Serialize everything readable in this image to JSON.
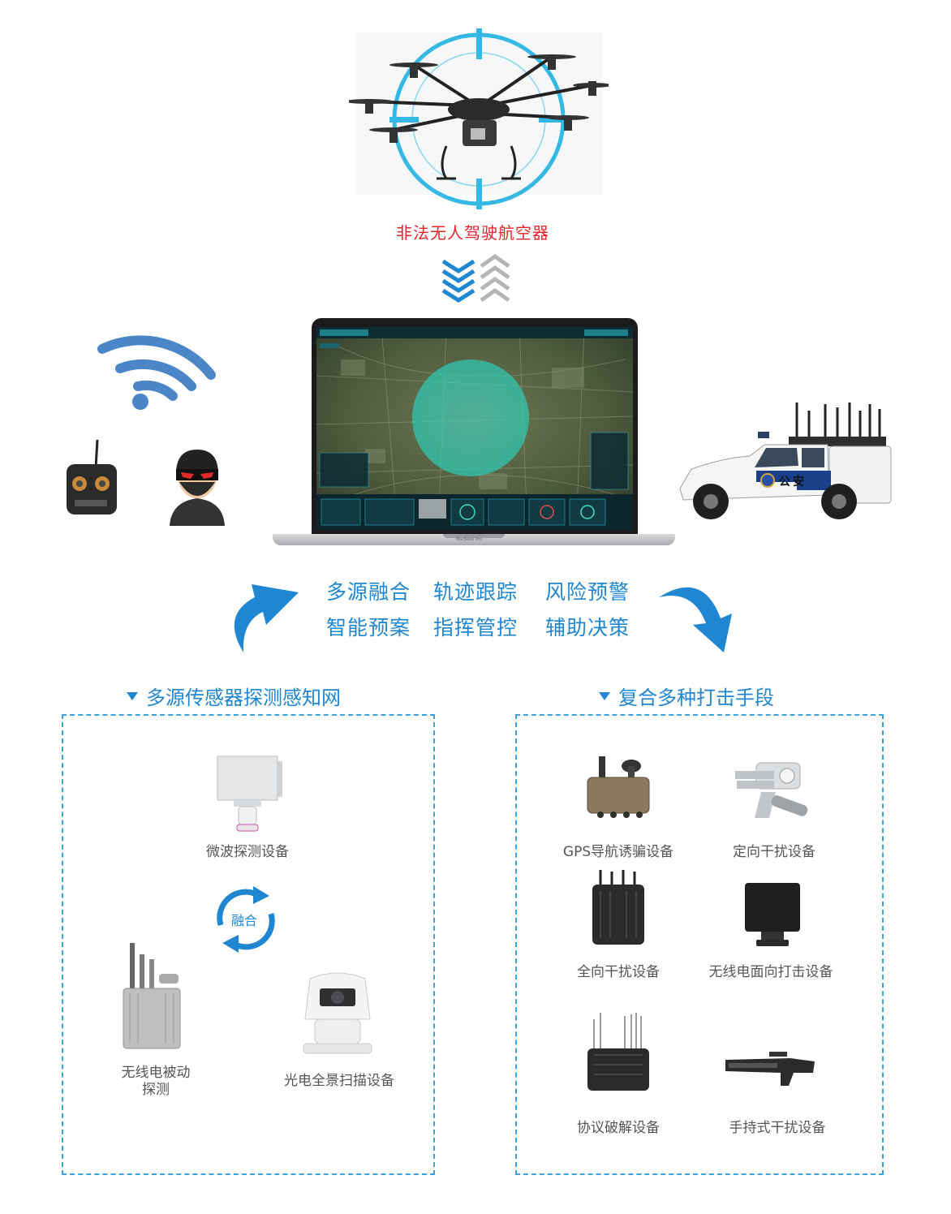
{
  "drone": {
    "caption": "非法无人驾驶航空器"
  },
  "features": {
    "items": [
      "多源融合",
      "轨迹跟踪",
      "风险预警",
      "智能预案",
      "指挥管控",
      "辅助决策"
    ]
  },
  "laptop": {
    "brand": "MacBook Pro"
  },
  "vehicle": {
    "door_text": "公安"
  },
  "left_section": {
    "title": "多源传感器探测感知网",
    "fusion_label": "融合",
    "devices": [
      "微波探测设备",
      "无线电被动",
      "探测",
      "光电全景扫描设备"
    ]
  },
  "right_section": {
    "title": "复合多种打击手段",
    "devices": [
      "GPS导航诱骗设备",
      "定向干扰设备",
      "全向干扰设备",
      "无线电面向打击设备",
      "协议破解设备",
      "手持式干扰设备"
    ]
  },
  "colors": {
    "accent_blue": "#1f86d1",
    "caption_red": "#e4262c",
    "dash_blue": "#3aa3dc"
  }
}
